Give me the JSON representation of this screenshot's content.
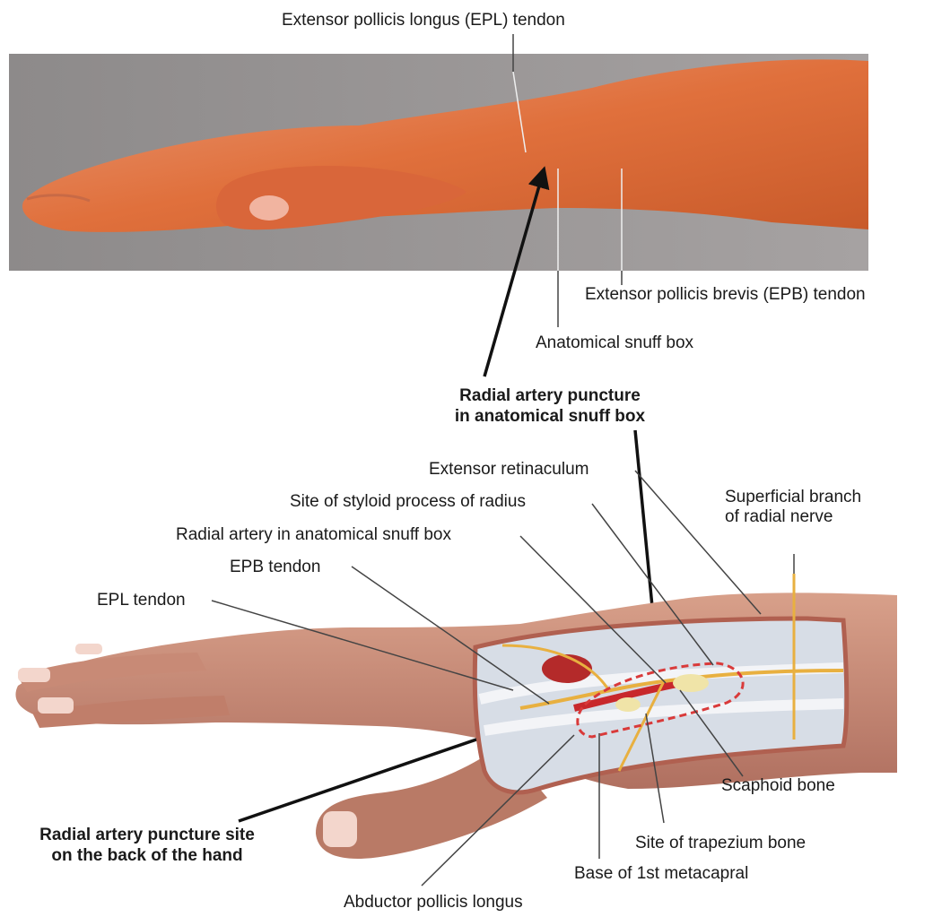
{
  "photo": {
    "epl_tendon": "Extensor pollicis longus (EPL) tendon",
    "epb_tendon": "Extensor pollicis brevis (EPB) tendon",
    "snuff_box": "Anatomical snuff box"
  },
  "puncture_snuffbox": {
    "line1": "Radial artery puncture",
    "line2": "in anatomical snuff box"
  },
  "illustration": {
    "extensor_retinaculum": "Extensor retinaculum",
    "styloid": "Site of styloid process of radius",
    "radial_artery": "Radial artery in anatomical snuff box",
    "epb": "EPB tendon",
    "epl": "EPL tendon",
    "nerve_line1": "Superficial branch",
    "nerve_line2": "of radial nerve",
    "scaphoid": "Scaphoid bone",
    "trapezium": "Site of trapezium bone",
    "metacarpal": "Base of 1st metacapral",
    "abductor": "Abductor pollicis longus"
  },
  "puncture_back": {
    "line1": "Radial artery puncture site",
    "line2": "on the back of the hand"
  },
  "colors": {
    "skin": "#e07a4a",
    "nerve": "#e8b040",
    "artery": "#c8282c",
    "outline_dash": "#d93a3a"
  }
}
